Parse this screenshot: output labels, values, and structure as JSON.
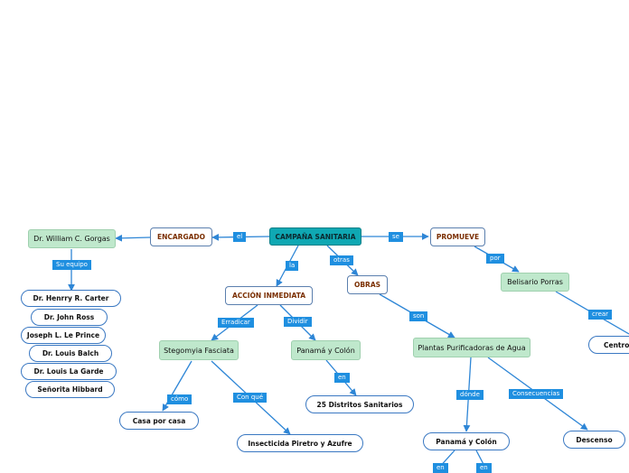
{
  "nodes": {
    "campana": "CAMPAÑA SANITARIA",
    "encargado": "ENCARGADO",
    "promueve": "PROMUEVE",
    "gorgas": "Dr. William C. Gorgas",
    "accion": "ACCIÓN INMEDIATA",
    "obras": "OBRAS",
    "belisario": "Belisario Porras",
    "stegomyia": "Stegomyia Fasciata",
    "panama_colon": "Panamá y Colón",
    "plantas": "Plantas Purificadoras de Agua",
    "distritos": "25 Distritos Sanitarios",
    "casa": "Casa por casa",
    "insecticida": "Insecticida Piretro y Azufre",
    "panama_colon_2": "Panamá y Colón",
    "descenso": "Descenso",
    "centro": "Centro",
    "equipo": [
      "Dr. Henrry R. Carter",
      "Dr. John Ross",
      "Joseph L. Le Prince",
      "Dr. Louis Balch",
      "Dr. Louis La Garde",
      "Señorita Hibbard"
    ]
  },
  "labels": {
    "el": "el",
    "se": "se",
    "su_equipo": "Su equipo",
    "la": "la",
    "otras": "otras",
    "por": "por",
    "erradicar": "Erradicar",
    "dividir": "Dividir",
    "son": "son",
    "crear": "crear",
    "en": "en",
    "como": "cómo",
    "con_que": "Con qué",
    "donde": "dónde",
    "consecuencias": "Consecuencias",
    "en_a": "en",
    "en_b": "en"
  },
  "colors": {
    "central": "#0fa8b3",
    "green_node": "#bfe8cc",
    "connector": "#2e86d6",
    "label_bg": "#1f8fe0",
    "boxed_text": "#7a2e00"
  }
}
